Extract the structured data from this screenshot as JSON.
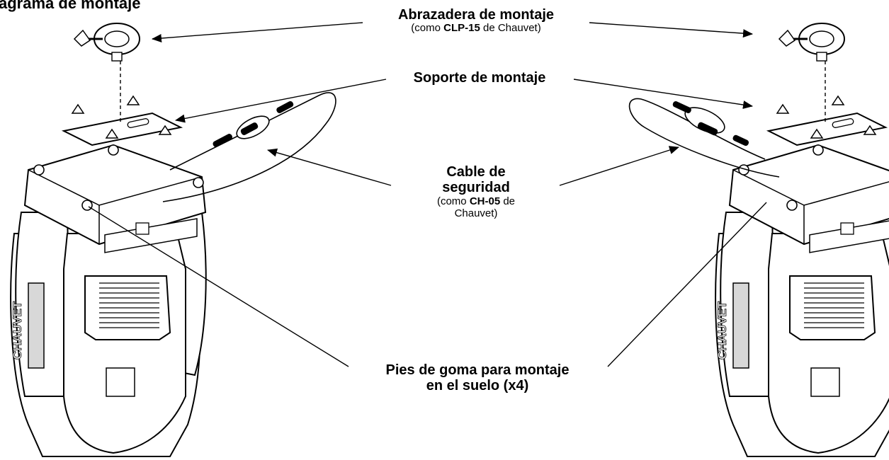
{
  "title": "agrama de montaje",
  "labels": {
    "clamp": {
      "title": "Abrazadera de montaje",
      "note_pre": "(como ",
      "note_bold": "CLP-15",
      "note_post": " de Chauvet)"
    },
    "bracket": {
      "title": "Soporte de montaje"
    },
    "safety": {
      "title_line1": "Cable de",
      "title_line2": "seguridad",
      "note_pre": "(como ",
      "note_bold": "CH-05",
      "note_post": " de",
      "note_line2": "Chauvet)"
    },
    "feet": {
      "line1": "Pies de goma para montaje",
      "line2": "en el suelo (x4)"
    }
  },
  "fixture": {
    "brand": "CHAUVET"
  },
  "colors": {
    "line": "#000000",
    "fill": "#ffffff",
    "panel": "#d8d8d8"
  }
}
